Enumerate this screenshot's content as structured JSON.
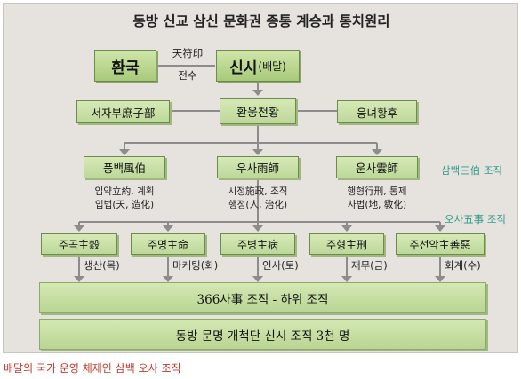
{
  "title": "동방 신교 삼신 문화권 종통 계승과 통치원리",
  "nodes": {
    "hwanguk": "환국",
    "sinsi_main": "신시",
    "sinsi_sub": "(배달)",
    "transmit_top": "天符印",
    "transmit_bottom": "전수",
    "hwanung": "환웅천황",
    "seoja": "서자부庶子部",
    "ungnyeo": "웅녀황후"
  },
  "sambaek": {
    "label": "삼백三伯 조직",
    "items": [
      {
        "name": "풍백風伯",
        "line1": "입약立約, 계획",
        "line2": "입법(天, 造化)"
      },
      {
        "name": "우사雨師",
        "line1": "시정施政, 조직",
        "line2": "행정(人, 治化)"
      },
      {
        "name": "운사雲師",
        "line1": "행형行刑, 통제",
        "line2": "사법(地, 敎化)"
      }
    ]
  },
  "osa": {
    "label": "오사五事 조직",
    "items": [
      {
        "name": "주곡主穀",
        "role": "생산(목)"
      },
      {
        "name": "주명主命",
        "role": "마케팅(화)"
      },
      {
        "name": "주병主病",
        "role": "인사(토)"
      },
      {
        "name": "주형主刑",
        "role": "재무(금)"
      },
      {
        "name": "주선악主善惡",
        "role": "회계(수)"
      }
    ]
  },
  "bars": {
    "org366": "366사事 조직 - 하위 조직",
    "pioneers": "동방 문명 개척단 신시 조직 3천 명"
  },
  "caption": "배달의 국가 운영 체제인 삼백 오사 조직",
  "colors": {
    "box_green": "#b9d88c",
    "label_teal": "#2f9a8a",
    "caption_red": "#c0392b",
    "connector": "#8c8c8c"
  }
}
